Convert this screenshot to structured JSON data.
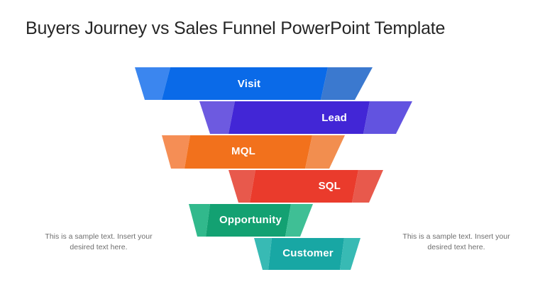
{
  "slide": {
    "title": "Buyers Journey vs Sales Funnel PowerPoint Template",
    "background": "#ffffff"
  },
  "funnel": {
    "name": "buyers-journey-sales-funnel",
    "stage_count": 6,
    "stages": [
      {
        "id": "visit",
        "label": "Visit",
        "order": 1,
        "color_main": "#0a6ae8",
        "color_left": "#3b86ef",
        "color_right": "#3b79cf",
        "label_align": "center",
        "label_color": "#ffffff"
      },
      {
        "id": "lead",
        "label": "Lead",
        "order": 2,
        "color_main": "#4226d6",
        "color_left": "#6d5ae0",
        "color_right": "#6253e0",
        "label_align": "right",
        "label_color": "#ffffff"
      },
      {
        "id": "mql",
        "label": "MQL",
        "order": 3,
        "color_main": "#f2711c",
        "color_left": "#f58e55",
        "color_right": "#f28e4f",
        "label_align": "left",
        "label_color": "#ffffff"
      },
      {
        "id": "sql",
        "label": "SQL",
        "order": 4,
        "color_main": "#ea3b2c",
        "color_left": "#e8594c",
        "color_right": "#e8594c",
        "label_align": "right",
        "label_color": "#ffffff"
      },
      {
        "id": "opportunity",
        "label": "Opportunity",
        "order": 5,
        "color_main": "#13a172",
        "color_left": "#31b98c",
        "color_right": "#3fbf95",
        "label_align": "left",
        "label_color": "#ffffff"
      },
      {
        "id": "customer",
        "label": "Customer",
        "order": 6,
        "color_main": "#18a7a4",
        "color_left": "#38bab4",
        "color_right": "#38bab4",
        "label_align": "right",
        "label_color": "#ffffff"
      }
    ]
  },
  "annotations": {
    "left": "This is a sample text. Insert your desired text here.",
    "right": "This is a sample text. Insert your desired text here.",
    "text_color": "#6e6e6e"
  }
}
